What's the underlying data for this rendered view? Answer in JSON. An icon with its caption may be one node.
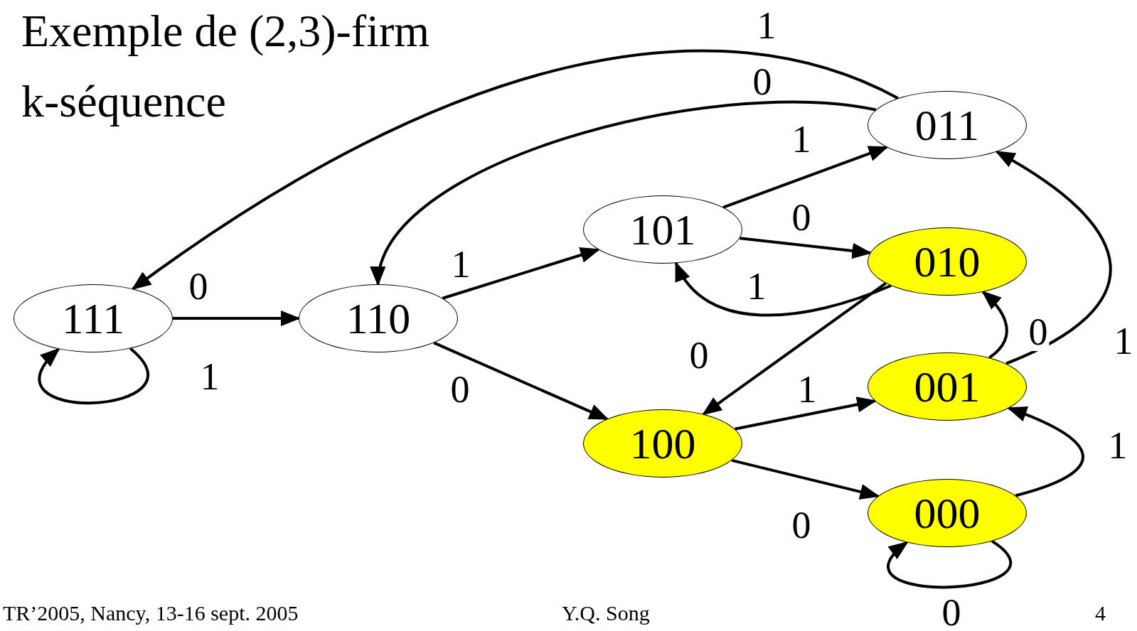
{
  "diagram": {
    "title": "Exemple de (2,3)-firm k-séquence",
    "nodes": [
      {
        "text": [
          "111"
        ]
      },
      {
        "text": [
          "110"
        ]
      },
      {
        "text": [
          "101"
        ]
      },
      {
        "text": [
          "011"
        ]
      },
      {
        "text": [
          "010"
        ]
      },
      {
        "text": [
          "001"
        ]
      },
      {
        "text": [
          "100"
        ]
      },
      {
        "text": [
          "000"
        ]
      }
    ],
    "edges": [
      {
        "from": 0,
        "to": 0,
        "arrow": "to",
        "label": "1"
      },
      {
        "from": 0,
        "to": 1,
        "arrow": "to",
        "label": "0"
      },
      {
        "from": 1,
        "to": 2,
        "arrow": "to",
        "label": "1"
      },
      {
        "from": 1,
        "to": 6,
        "arrow": "to",
        "label": "0"
      },
      {
        "from": 2,
        "to": 3,
        "arrow": "to",
        "label": "1"
      },
      {
        "from": 2,
        "to": 4,
        "arrow": "to",
        "label": "0"
      },
      {
        "from": 4,
        "to": 2,
        "arrow": "to",
        "label": "1"
      },
      {
        "from": 4,
        "to": 6,
        "arrow": "to",
        "label": "0"
      },
      {
        "from": 3,
        "to": 0,
        "arrow": "to",
        "label": "1"
      },
      {
        "from": 3,
        "to": 1,
        "arrow": "to",
        "label": "0"
      },
      {
        "from": 6,
        "to": 5,
        "arrow": "to",
        "label": "1"
      },
      {
        "from": 6,
        "to": 7,
        "arrow": "to",
        "label": "0"
      },
      {
        "from": 5,
        "to": 4,
        "arrow": "to",
        "label": "0"
      },
      {
        "from": 5,
        "to": 3,
        "arrow": "to",
        "label": "1"
      },
      {
        "from": 7,
        "to": 5,
        "arrow": "to",
        "label": "1"
      },
      {
        "from": 7,
        "to": 7,
        "arrow": "to",
        "label": "0"
      }
    ],
    "labels": [
      "TR’2005, Nancy, 13-16 sept. 2005",
      "Y.Q. Song",
      "4"
    ]
  }
}
